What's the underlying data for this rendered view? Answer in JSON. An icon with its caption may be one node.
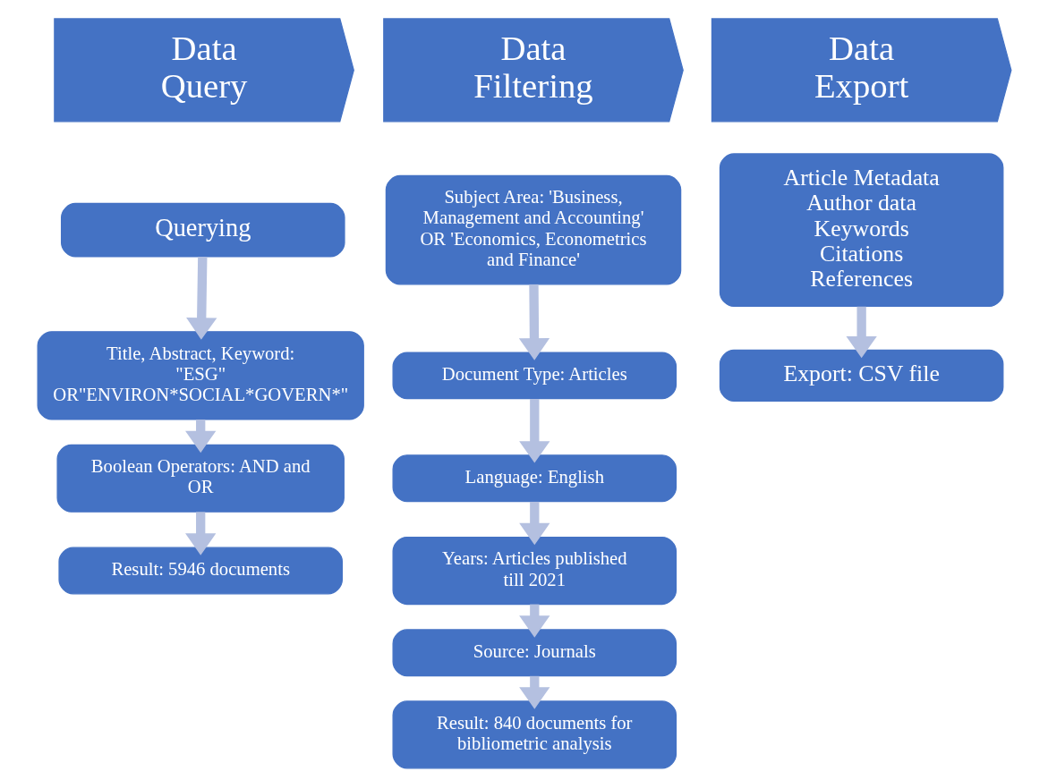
{
  "diagram": {
    "nodes": [
      {
        "text": [
          "Data Query"
        ]
      },
      {
        "text": [
          "Data Filtering"
        ]
      },
      {
        "text": [
          "Data Export"
        ]
      },
      {
        "text": [
          "Querying"
        ]
      },
      {
        "text": [
          "Title, Abstract, Keyword: \"ESG\" OR\"ENVIRON*SOCIAL*GOVERN*\""
        ]
      },
      {
        "text": [
          "Boolean Operators: AND and OR"
        ]
      },
      {
        "text": [
          "Result: 5946 documents"
        ]
      },
      {
        "text": [
          "Subject Area: 'Business, Management and Accounting' OR 'Economics, Econometrics and Finance'"
        ]
      },
      {
        "text": [
          "Document Type: Articles"
        ]
      },
      {
        "text": [
          "Language: English"
        ]
      },
      {
        "text": [
          "Years: Articles published till 2021"
        ]
      },
      {
        "text": [
          "Source: Journals"
        ]
      },
      {
        "text": [
          "Result: 840 documents for bibliometric analysis"
        ]
      },
      {
        "text": [
          "Article Metadata",
          "Author data",
          "Keywords",
          "Citations",
          "References"
        ]
      },
      {
        "text": [
          "Export: CSV file"
        ]
      }
    ],
    "edges": [
      {
        "from": 3,
        "to": 4,
        "arrow": "to"
      },
      {
        "from": 4,
        "to": 5,
        "arrow": "to"
      },
      {
        "from": 5,
        "to": 6,
        "arrow": "to"
      },
      {
        "from": 7,
        "to": 8,
        "arrow": "to"
      },
      {
        "from": 8,
        "to": 9,
        "arrow": "to"
      },
      {
        "from": 9,
        "to": 10,
        "arrow": "to"
      },
      {
        "from": 10,
        "to": 11,
        "arrow": "to"
      },
      {
        "from": 11,
        "to": 12,
        "arrow": "to"
      },
      {
        "from": 13,
        "to": 14,
        "arrow": "to"
      }
    ]
  }
}
